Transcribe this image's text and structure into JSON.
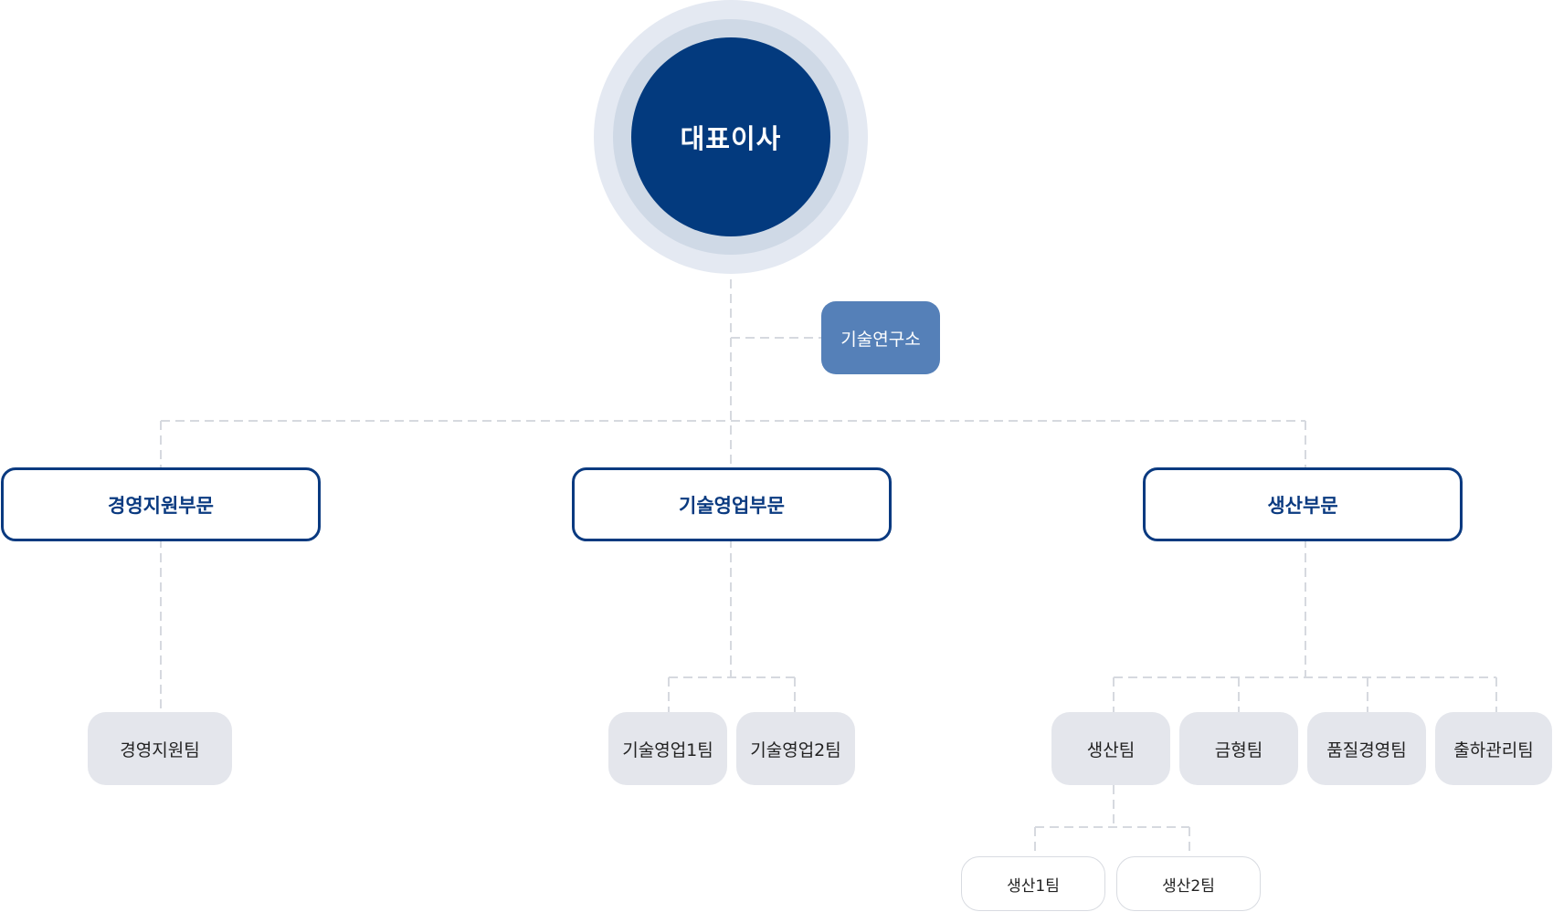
{
  "ceo": {
    "label": "대표이사"
  },
  "research_lab": {
    "label": "기술연구소"
  },
  "divisions": [
    {
      "label": "경영지원부문"
    },
    {
      "label": "기술영업부문"
    },
    {
      "label": "생산부문"
    }
  ],
  "teams": {
    "management": [
      {
        "label": "경영지원팀"
      }
    ],
    "tech_sales": [
      {
        "label": "기술영업1팀"
      },
      {
        "label": "기술영업2팀"
      }
    ],
    "production": [
      {
        "label": "생산팀"
      },
      {
        "label": "금형팀"
      },
      {
        "label": "품질경영팀"
      },
      {
        "label": "출하관리팀"
      }
    ]
  },
  "sub_teams": {
    "production_team": [
      {
        "label": "생산1팀"
      },
      {
        "label": "생산2팀"
      }
    ]
  },
  "colors": {
    "ceo_fill": "#033a7e",
    "halo_outer": "#e4e9f2",
    "halo_inner": "#cfd9e6",
    "lab_fill": "#5580b8",
    "division_border": "#0a3a80",
    "team_fill": "#e4e6ec",
    "connector": "#d6d9df"
  }
}
